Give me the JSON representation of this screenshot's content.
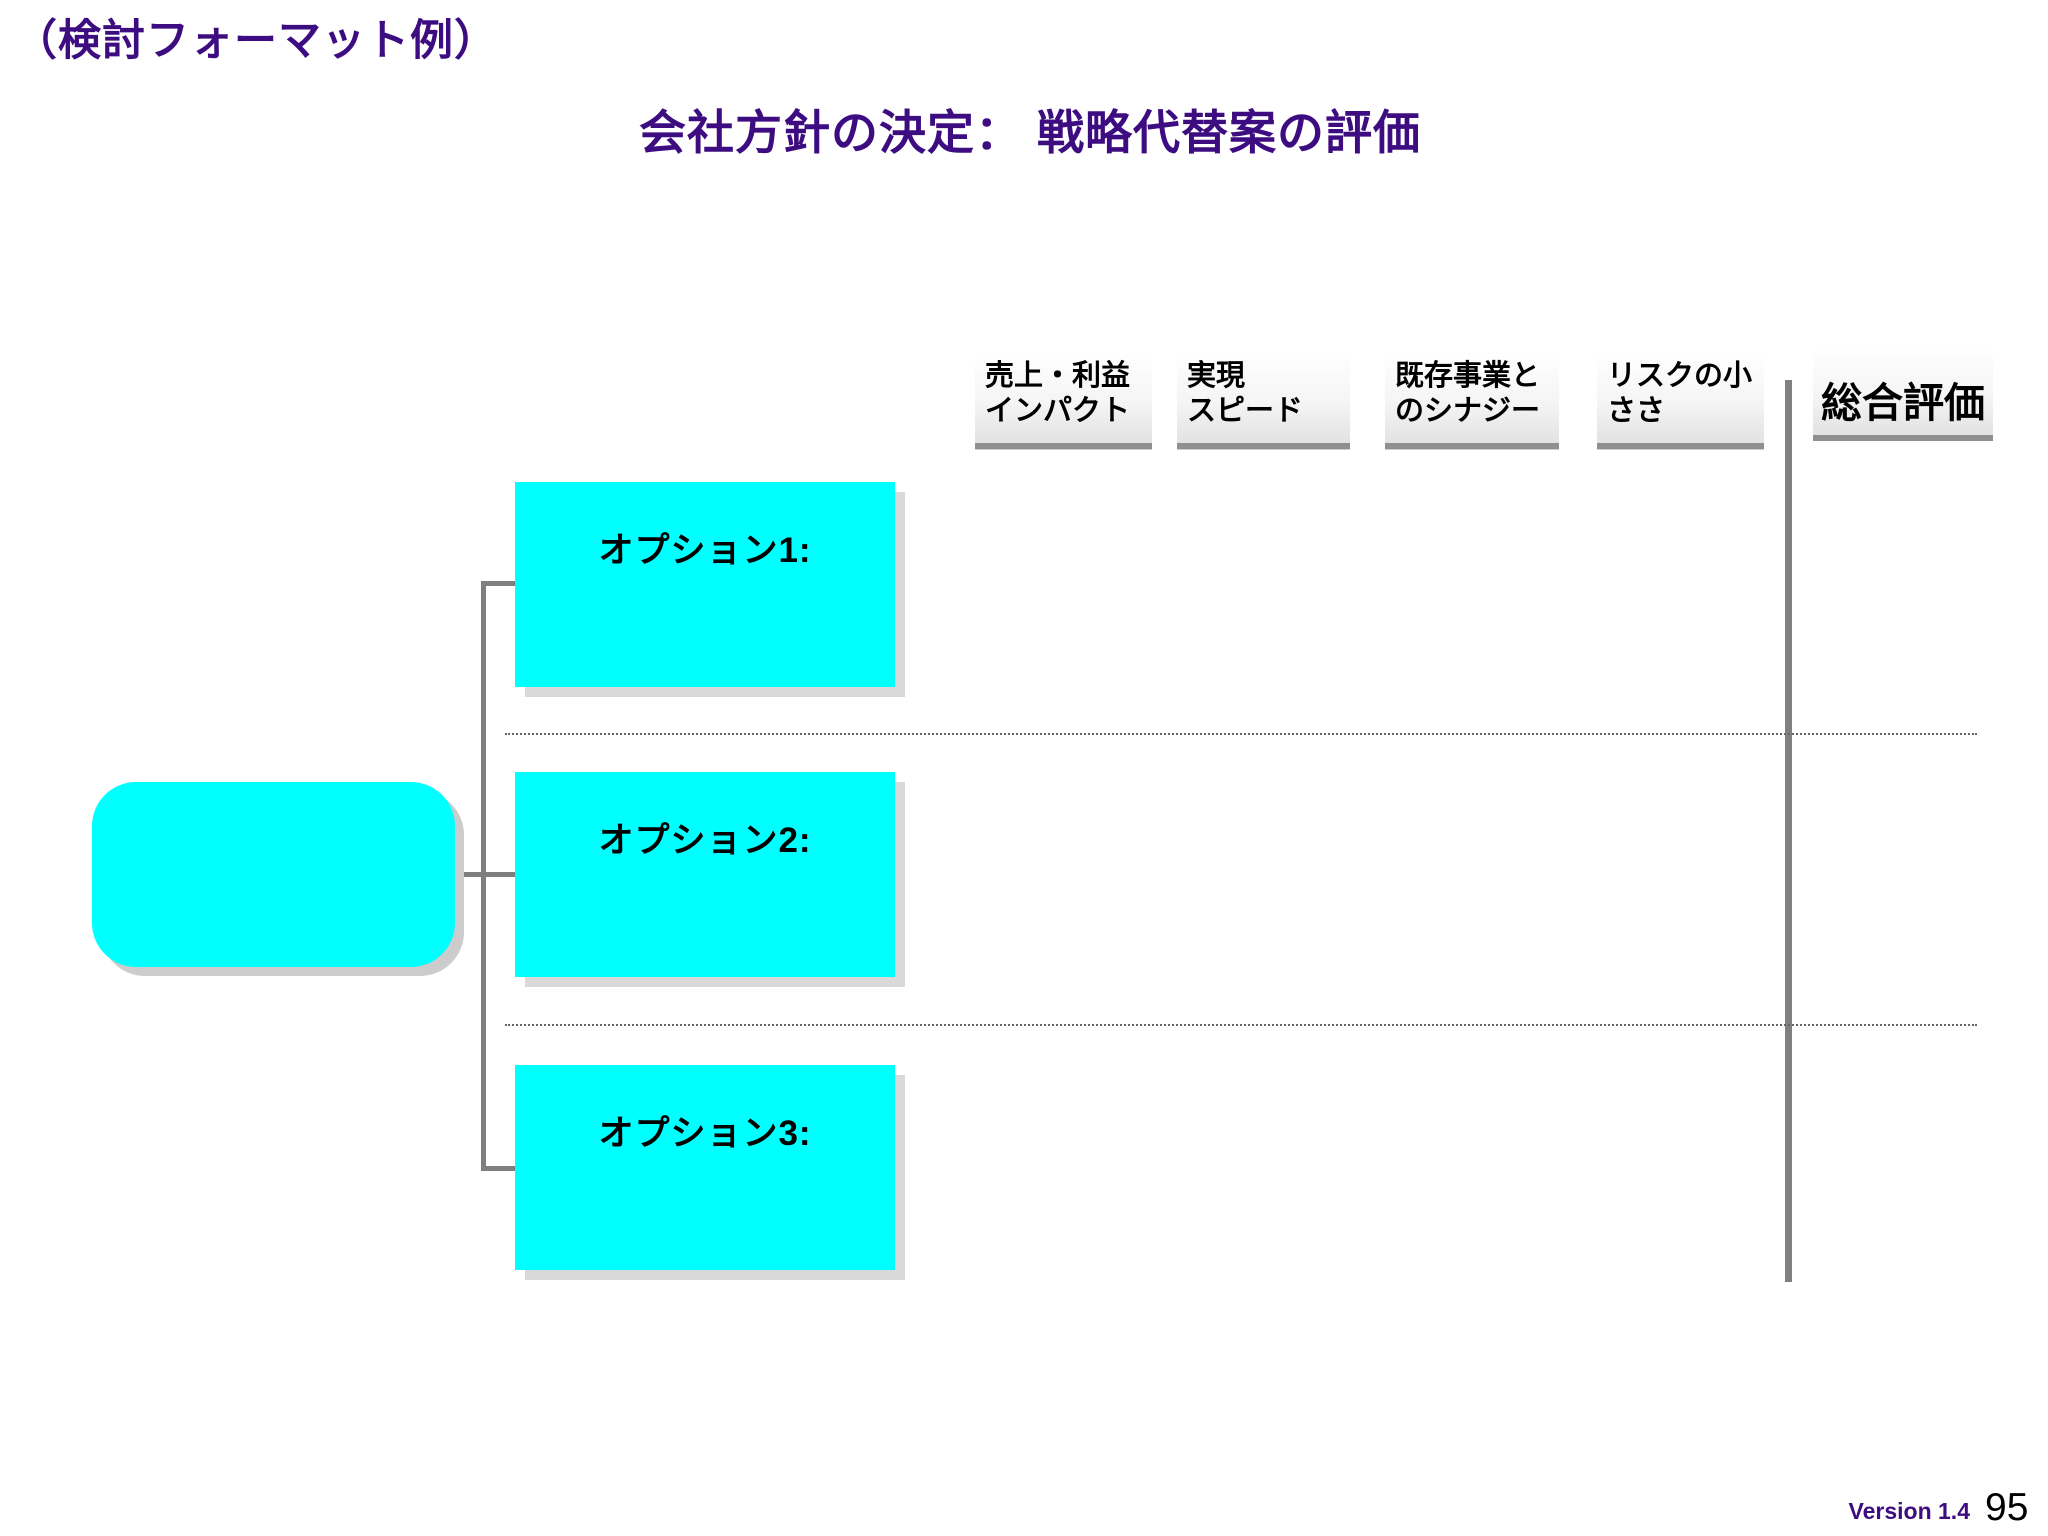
{
  "slide": {
    "corner_label": "（検討フォーマット例）",
    "title": "会社方針の決定： 戦略代替案の評価",
    "footer": {
      "version": "Version 1.4",
      "page_number": "95"
    },
    "colors": {
      "accent_purple": "#3D0C80",
      "node_cyan": "#00FFFF",
      "connector_gray": "#7F7F7F",
      "header_bar_gray": "#8F8F8F"
    }
  },
  "evaluation_columns": [
    {
      "label": "売上・利益\nインパクト"
    },
    {
      "label": "実現\nスピード"
    },
    {
      "label": "既存事業と\nのシナジー"
    },
    {
      "label": "リスクの小\nささ"
    }
  ],
  "overall_column": {
    "label": "総合評価"
  },
  "tree": {
    "root_label": "",
    "options": [
      {
        "label": "オプション1:"
      },
      {
        "label": "オプション2:"
      },
      {
        "label": "オプション3:"
      }
    ]
  }
}
